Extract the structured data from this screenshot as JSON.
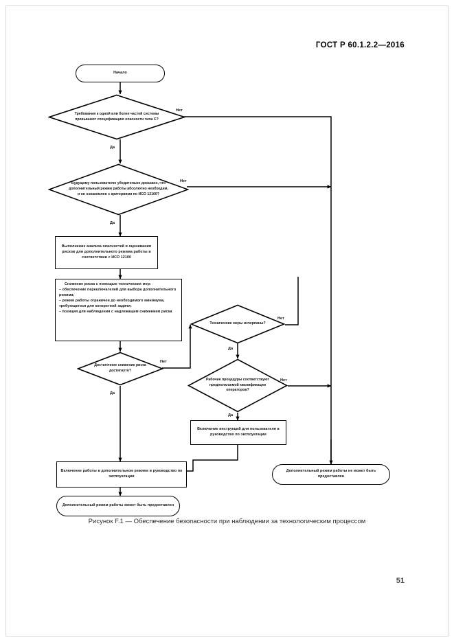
{
  "document": {
    "standard_header": "ГОСТ Р 60.1.2.2—2016",
    "page_number": "51",
    "figure_caption": "Рисунок F.1 — Обеспечение безопасности при наблюдении за технологическим процессом"
  },
  "flowchart": {
    "type": "flowchart",
    "nodes": {
      "start": {
        "shape": "terminal",
        "label": "Начало"
      },
      "d1": {
        "shape": "decision",
        "label": "Требования к одной или более частей системы превышают спецификацию опасности типа С?"
      },
      "d2": {
        "shape": "decision",
        "label": "Будущему пользователю убедительно доказано, что дополнительный режим работы абсолютно необходим, и он ознакомлен с критериями по ИСО 12100?"
      },
      "p1": {
        "shape": "process",
        "label": "Выполнение анализа опасностей и оценивания рисков для дополнительного режима работы в соответствии с ИСО 12100"
      },
      "p2": {
        "shape": "process",
        "title": "Снижение риска с помощью технических мер:",
        "bullets": [
          "– обеспечение переключателей для выбора дополнительного режима;",
          "– режим работы ограничен до необходимого минимума, требующегося для конкретной задачи;",
          "– позиция для наблюдения с надлежащим снижением риска"
        ]
      },
      "d3": {
        "shape": "decision",
        "label": "Достаточное снижение риска достигнуто?"
      },
      "d4": {
        "shape": "decision",
        "label": "Технические меры исчерпаны?"
      },
      "d5": {
        "shape": "decision",
        "label": "Рабочие процедуры соответствуют предполагаемой квалификации операторов?"
      },
      "p3": {
        "shape": "process",
        "label": "Включение инструкций для пользователя в руководство по эксплуатации"
      },
      "p4": {
        "shape": "process",
        "label": "Включение работы в дополнительном режиме в руководство по эксплуатации"
      },
      "end_ok": {
        "shape": "terminal",
        "label": "Дополнительный режим работы может быть предоставлен"
      },
      "end_no": {
        "shape": "terminal",
        "label": "Дополнительный режим работы не может быть предоставлен"
      }
    },
    "edge_labels": {
      "d1_no": "Нет",
      "d1_yes": "Да",
      "d2_no": "Нет",
      "d2_yes": "Да",
      "d3_no": "Нет",
      "d3_yes": "Да",
      "d4_no": "Нет",
      "d4_yes": "Да",
      "d5_no": "Нет",
      "d5_yes": "Да"
    }
  }
}
